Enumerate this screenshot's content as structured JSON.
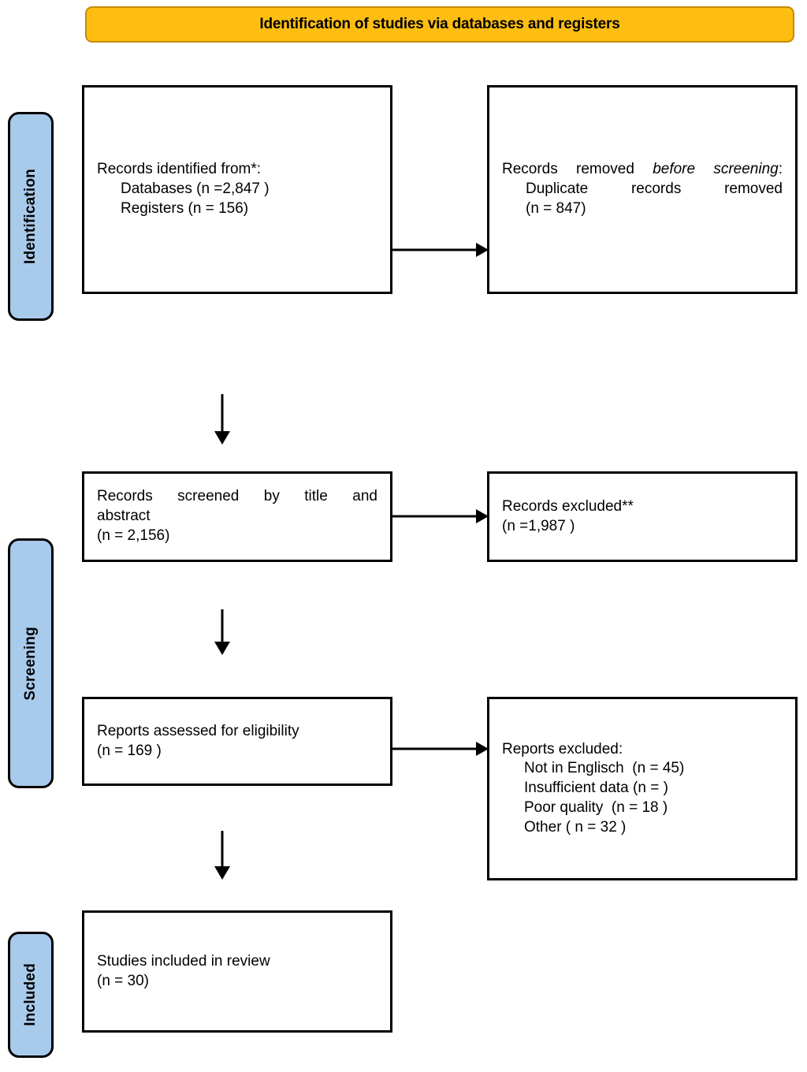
{
  "banner": {
    "title": "Identification of studies via databases and registers"
  },
  "stages": [
    {
      "id": "identification",
      "label": "Identification"
    },
    {
      "id": "screening",
      "label": "Screening"
    },
    {
      "id": "included",
      "label": "Included"
    }
  ],
  "boxes": {
    "identified": {
      "line1": "Records identified from*:",
      "line2": "Databases (n =2,847 )",
      "line3": "Registers (n = 156)"
    },
    "removed": {
      "line1_a": "Records removed ",
      "line1_b": "before screening",
      "line1_c": ":",
      "line2": "Duplicate records removed",
      "line3": "(n = 847)"
    },
    "screened": {
      "line1": "Records screened by title and",
      "line2": "abstract",
      "line3": "(n = 2,156)"
    },
    "records_excluded": {
      "line1": "Records excluded**",
      "line2": "(n =1,987 )"
    },
    "eligibility": {
      "line1": "Reports assessed for eligibility",
      "line2": "(n = 169 )"
    },
    "reports_excluded": {
      "line1": "Reports excluded:",
      "line2": "Not in Englisch  (n = 45)",
      "line3": "Insufficient data (n = )",
      "line4": "Poor quality  (n = 18 )",
      "line5": "Other ( n = 32 )"
    },
    "included": {
      "line1": "Studies included in review",
      "line2": "(n = 30)"
    }
  },
  "colors": {
    "banner_fill": "#FDBE11",
    "banner_border": "#C68A0A",
    "stage_fill": "#A9CBEB",
    "box_border": "#000000",
    "text": "#000000"
  },
  "chart_data": {
    "type": "diagram",
    "title": "Identification of studies via databases and registers",
    "diagram_kind": "PRISMA flow diagram",
    "nodes": [
      {
        "id": "identified",
        "stage": "Identification",
        "label": "Records identified from*",
        "databases_n": 2847,
        "registers_n": 156
      },
      {
        "id": "removed",
        "stage": "Identification",
        "label": "Records removed before screening: Duplicate records removed",
        "n": 847
      },
      {
        "id": "screened",
        "stage": "Screening",
        "label": "Records screened by title and abstract",
        "n": 2156
      },
      {
        "id": "records_excluded",
        "stage": "Screening",
        "label": "Records excluded**",
        "n": 1987
      },
      {
        "id": "eligibility",
        "stage": "Screening",
        "label": "Reports assessed for eligibility",
        "n": 169
      },
      {
        "id": "reports_excluded",
        "stage": "Screening",
        "label": "Reports excluded",
        "reasons": [
          {
            "reason": "Not in Englisch",
            "n": 45
          },
          {
            "reason": "Insufficient data",
            "n": null
          },
          {
            "reason": "Poor quality",
            "n": 18
          },
          {
            "reason": "Other",
            "n": 32
          }
        ]
      },
      {
        "id": "included",
        "stage": "Included",
        "label": "Studies included in review",
        "n": 30
      }
    ],
    "edges": [
      {
        "from": "identified",
        "to": "removed",
        "direction": "right"
      },
      {
        "from": "identified",
        "to": "screened",
        "direction": "down"
      },
      {
        "from": "screened",
        "to": "records_excluded",
        "direction": "right"
      },
      {
        "from": "screened",
        "to": "eligibility",
        "direction": "down"
      },
      {
        "from": "eligibility",
        "to": "reports_excluded",
        "direction": "right"
      },
      {
        "from": "eligibility",
        "to": "included",
        "direction": "down"
      }
    ]
  }
}
